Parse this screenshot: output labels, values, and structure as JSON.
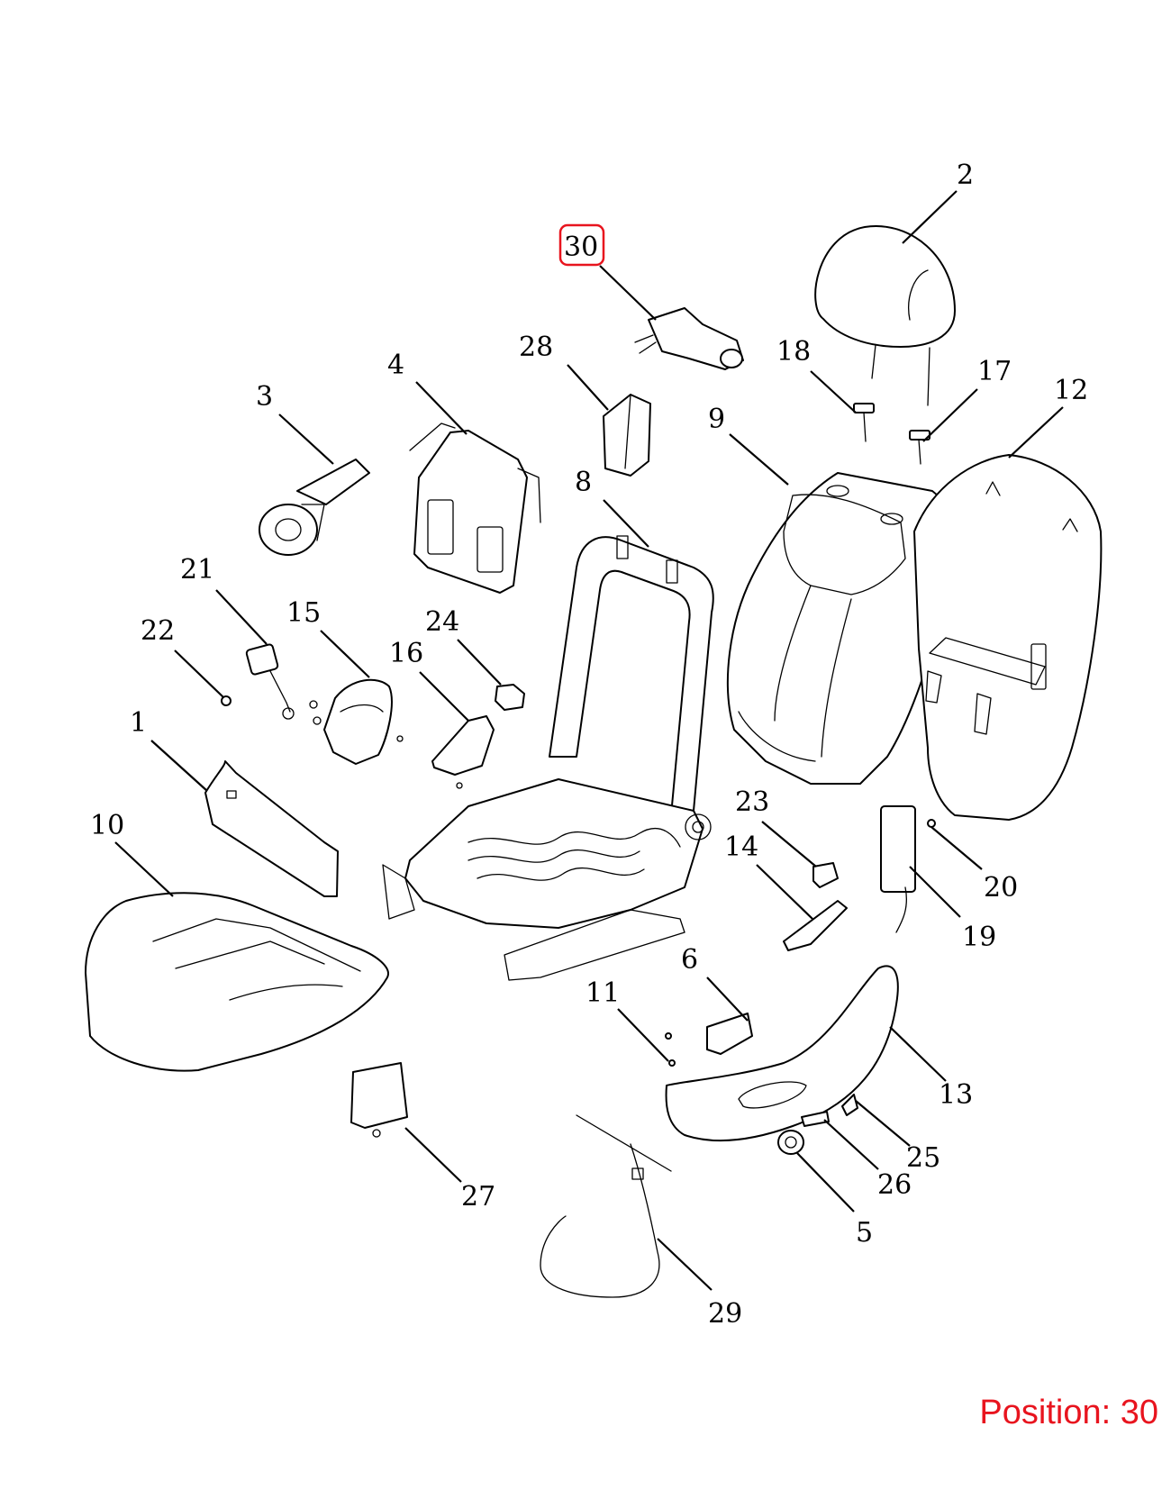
{
  "callouts": [
    "1",
    "2",
    "3",
    "4",
    "5",
    "6",
    "8",
    "9",
    "10",
    "11",
    "12",
    "13",
    "14",
    "15",
    "16",
    "17",
    "18",
    "19",
    "20",
    "21",
    "22",
    "23",
    "24",
    "25",
    "26",
    "27",
    "28",
    "29",
    "30"
  ],
  "selected_callout": "30",
  "position_label": "Position: 30",
  "colors": {
    "highlight": "#e8141e",
    "lines": "#000000",
    "background": "#ffffff"
  }
}
